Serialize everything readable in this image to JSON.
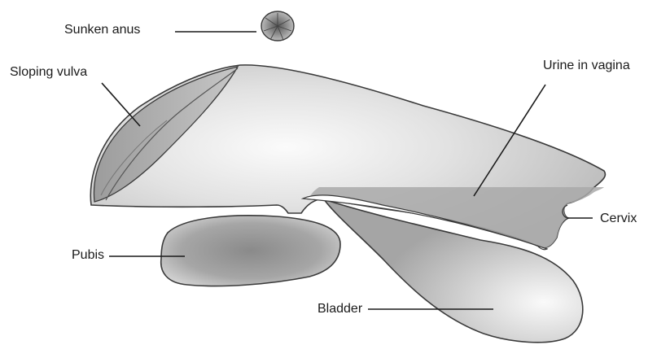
{
  "labels": {
    "sunken_anus": "Sunken anus",
    "sloping_vulva": "Sloping vulva",
    "urine_in_vagina": "Urine in vagina",
    "cervix": "Cervix",
    "pubis": "Pubis",
    "bladder": "Bladder"
  },
  "colors": {
    "outline": "#3a3a3a",
    "tissue_light": "#efefef",
    "tissue_mid": "#c9c9c9",
    "tissue_dark": "#9a9a9a",
    "urine": "#a9a9a9",
    "pubis_core": "#8f8f8f"
  }
}
